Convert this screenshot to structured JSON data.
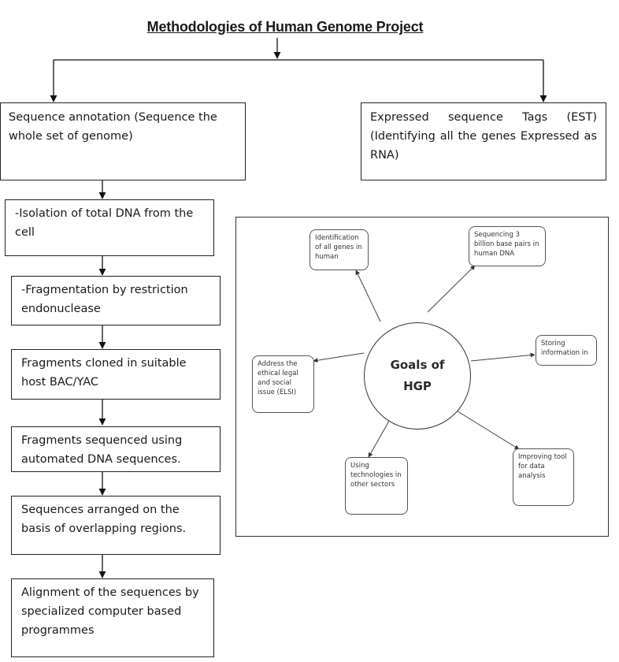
{
  "title": "Methodologies of Human Genome Project",
  "branches": {
    "left": "Sequence annotation (Sequence the whole set of genome)",
    "right": "Expressed sequence Tags (EST) (Identifying all the genes Expressed as RNA)"
  },
  "steps": [
    "-Isolation of total DNA from the cell",
    "-Fragmentation by restriction endonuclease",
    "Fragments cloned in suitable host BAC/YAC",
    "Fragments sequenced using automated DNA sequences.",
    "Sequences arranged on the basis of overlapping regions.",
    "Alignment of the sequences by specialized computer based programmes"
  ],
  "goals": {
    "center_line1": "Goals of",
    "center_line2": "HGP",
    "items": [
      "Identification of all genes in human",
      "Sequencing 3 billion base pairs in human DNA",
      "Storing information in",
      "Improving tool for data analysis",
      "Using technologies in other sectors",
      "Address the ethical legal and social issue (ELSI)"
    ]
  }
}
